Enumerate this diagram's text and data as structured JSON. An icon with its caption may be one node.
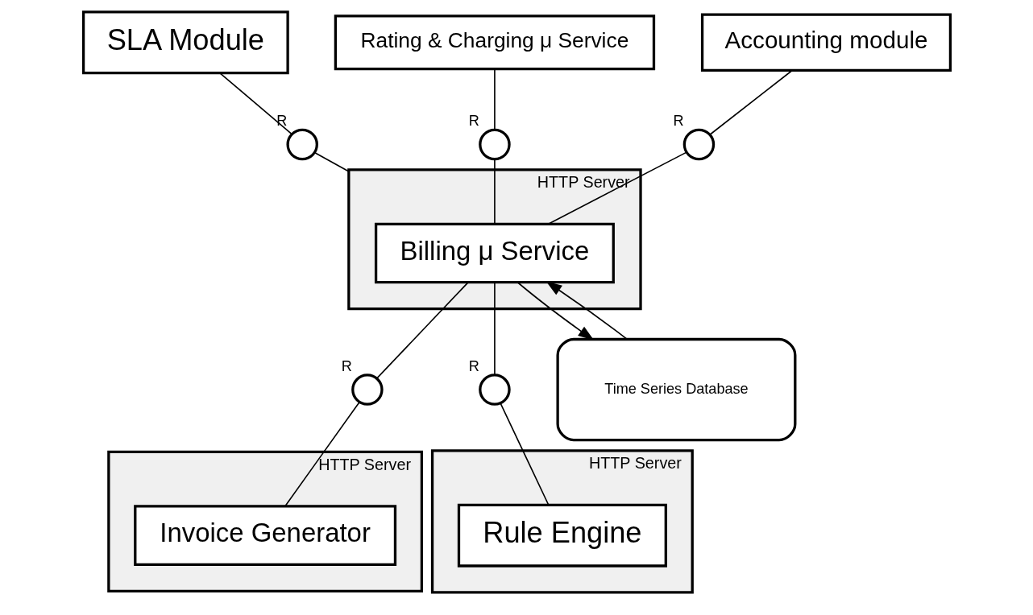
{
  "diagram": {
    "nodes": [
      {
        "text": [
          "SLA Module"
        ]
      },
      {
        "text": [
          "Rating & Charging μ Service"
        ]
      },
      {
        "text": [
          "HTTP Server"
        ]
      },
      {
        "text": [
          "Invoice Generator"
        ],
        "in": 2
      },
      {
        "text": [],
        "shape": "circle",
        "beside": [
          "R"
        ]
      },
      {
        "text": [],
        "shape": "circle",
        "beside": [
          "R"
        ]
      },
      {
        "text": [],
        "shape": "circle",
        "beside": [
          "R"
        ]
      },
      {
        "text": [
          "HTTP Server"
        ]
      },
      {
        "text": [
          "Billing μ Service"
        ],
        "in": 7
      },
      {
        "text": [
          "HTTP Server"
        ]
      },
      {
        "text": [
          "Rule Engine"
        ],
        "in": 9
      },
      {
        "text": [
          "Accounting module"
        ]
      },
      {
        "text": [],
        "shape": "circle",
        "beside": [
          "R"
        ]
      },
      {
        "text": [],
        "shape": "circle",
        "beside": [
          "R"
        ]
      },
      {
        "text": [
          "Time Series Database"
        ]
      }
    ],
    "edges": [
      {
        "from": 0,
        "to": 5,
        "arrow": "none"
      },
      {
        "from": 5,
        "to": 7,
        "arrow": "none"
      },
      {
        "from": 1,
        "to": 6,
        "arrow": "none"
      },
      {
        "from": 6,
        "to": 8,
        "arrow": "none"
      },
      {
        "from": 8,
        "to": 4,
        "arrow": "none"
      },
      {
        "from": 4,
        "to": 3,
        "arrow": "none"
      },
      {
        "from": 11,
        "to": 12,
        "arrow": "none"
      },
      {
        "from": 12,
        "to": 8,
        "arrow": "none"
      },
      {
        "from": 8,
        "to": 13,
        "arrow": "none"
      },
      {
        "from": 13,
        "to": 10,
        "arrow": "none"
      },
      {
        "from": 8,
        "to": 14,
        "arrow": "to"
      },
      {
        "from": 14,
        "to": 8,
        "arrow": "to"
      }
    ]
  }
}
